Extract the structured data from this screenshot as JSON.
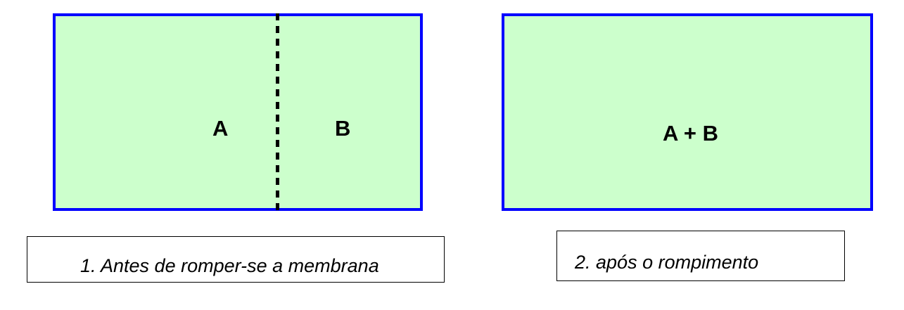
{
  "panels": {
    "before": {
      "label_a": "A",
      "label_b": "B",
      "caption": "1. Antes de romper-se a membrana"
    },
    "after": {
      "label_ab": "A + B",
      "caption": "2. após o rompimento"
    }
  },
  "colors": {
    "fill": "#ccffcc",
    "border": "#0000ff",
    "membrane": "#000000"
  }
}
